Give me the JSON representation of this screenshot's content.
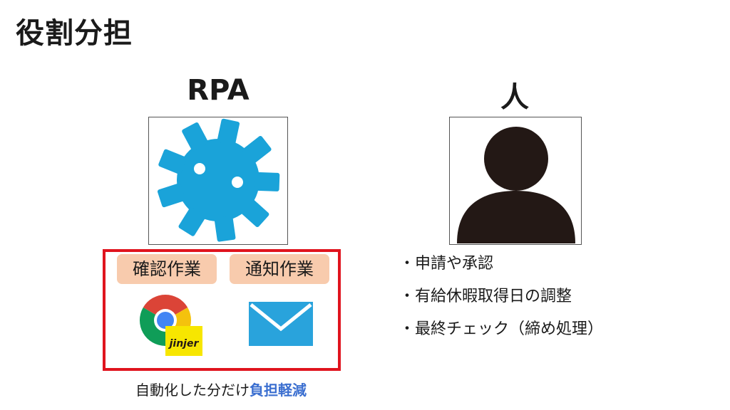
{
  "slide": {
    "title": "役割分担"
  },
  "rpa": {
    "heading": "RPA",
    "tags": [
      "確認作業",
      "通知作業"
    ],
    "logo_text": "jinjer"
  },
  "human": {
    "heading": "人"
  },
  "caption": {
    "prefix": "自動化した分だけ",
    "highlight": "負担軽減"
  },
  "bullets": {
    "marker": "・",
    "items": [
      "申請や承認",
      "有給休暇取得日の調整",
      "最終チェック（締め処理）"
    ]
  },
  "colors": {
    "gear": "#1aa3d9",
    "highlight_frame": "#e0141e",
    "tag_background": "#f8cbad",
    "caption_highlight": "#3b6fd0",
    "mail": "#29a3dc",
    "jinjer_yellow": "#f7e600"
  },
  "icons": [
    "gear-icon",
    "person-icon",
    "chrome-icon",
    "jinjer-logo",
    "mail-icon"
  ]
}
